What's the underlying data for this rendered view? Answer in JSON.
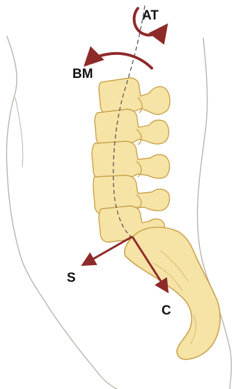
{
  "labels": {
    "at": "AT",
    "bm": "BM",
    "s": "S",
    "c": "C"
  },
  "colors": {
    "arrow": "#8e2a2a",
    "bone_fill": "#f6e3a6",
    "bone_stroke": "#c9a24a",
    "outline": "#b8b3a8",
    "axis": "#555555"
  }
}
